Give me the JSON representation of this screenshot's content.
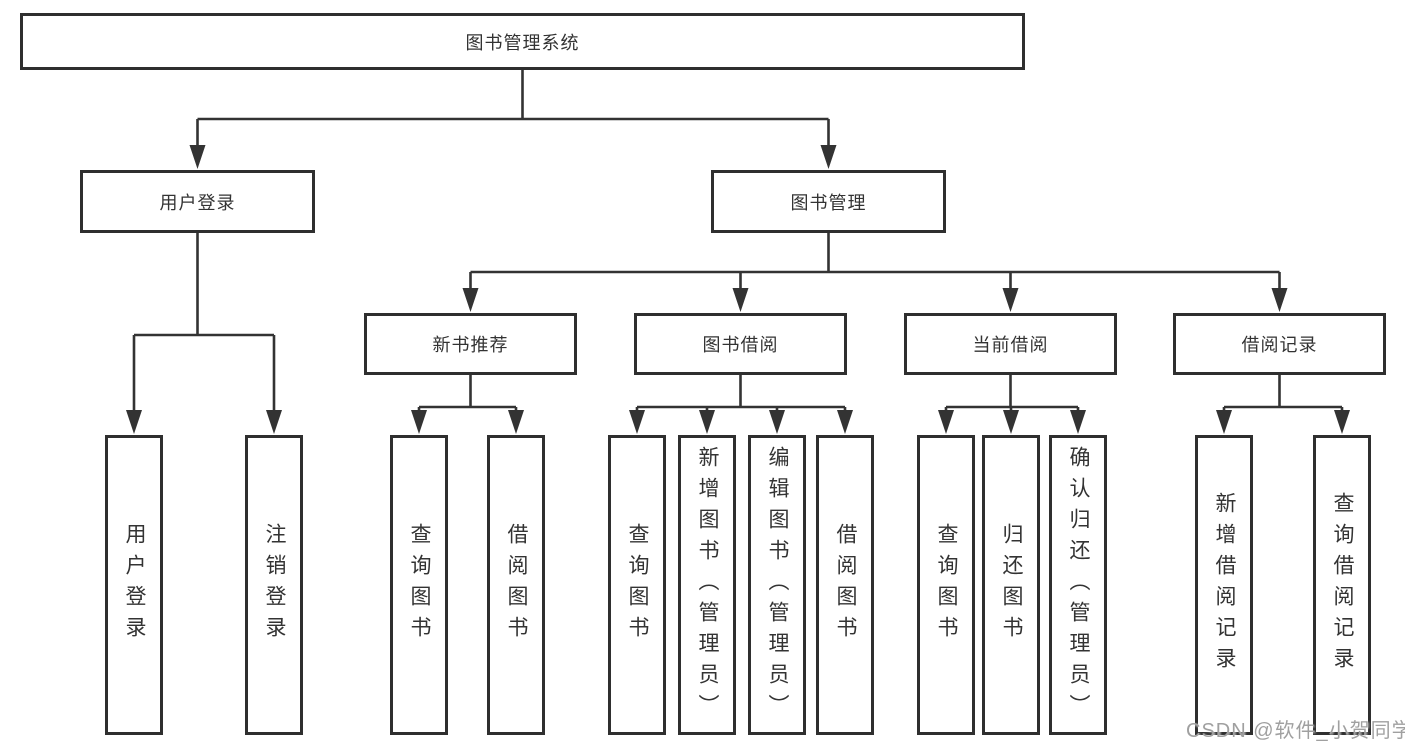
{
  "diagram": {
    "root": {
      "label": "图书管理系统"
    },
    "level2": [
      {
        "label": "用户登录"
      },
      {
        "label": "图书管理"
      }
    ],
    "level3": [
      {
        "label": "新书推荐"
      },
      {
        "label": "图书借阅"
      },
      {
        "label": "当前借阅"
      },
      {
        "label": "借阅记录"
      }
    ],
    "leafGroups": [
      {
        "parent": "用户登录",
        "items": [
          "用户登录",
          "注销登录"
        ]
      },
      {
        "parent": "新书推荐",
        "items": [
          "查询图书",
          "借阅图书"
        ]
      },
      {
        "parent": "图书借阅",
        "items": [
          "查询图书",
          "新增图书（管理员）",
          "编辑图书（管理员）",
          "借阅图书"
        ]
      },
      {
        "parent": "当前借阅",
        "items": [
          "查询图书",
          "归还图书",
          "确认归还（管理员）"
        ]
      },
      {
        "parent": "借阅记录",
        "items": [
          "新增借阅记录",
          "查询借阅记录"
        ]
      }
    ]
  },
  "watermark": "CSDN @软件_小贺同学",
  "colors": {
    "line": "#333333",
    "text": "#333333",
    "box_background": "#ffffff",
    "watermark": "#a0a0a0"
  }
}
